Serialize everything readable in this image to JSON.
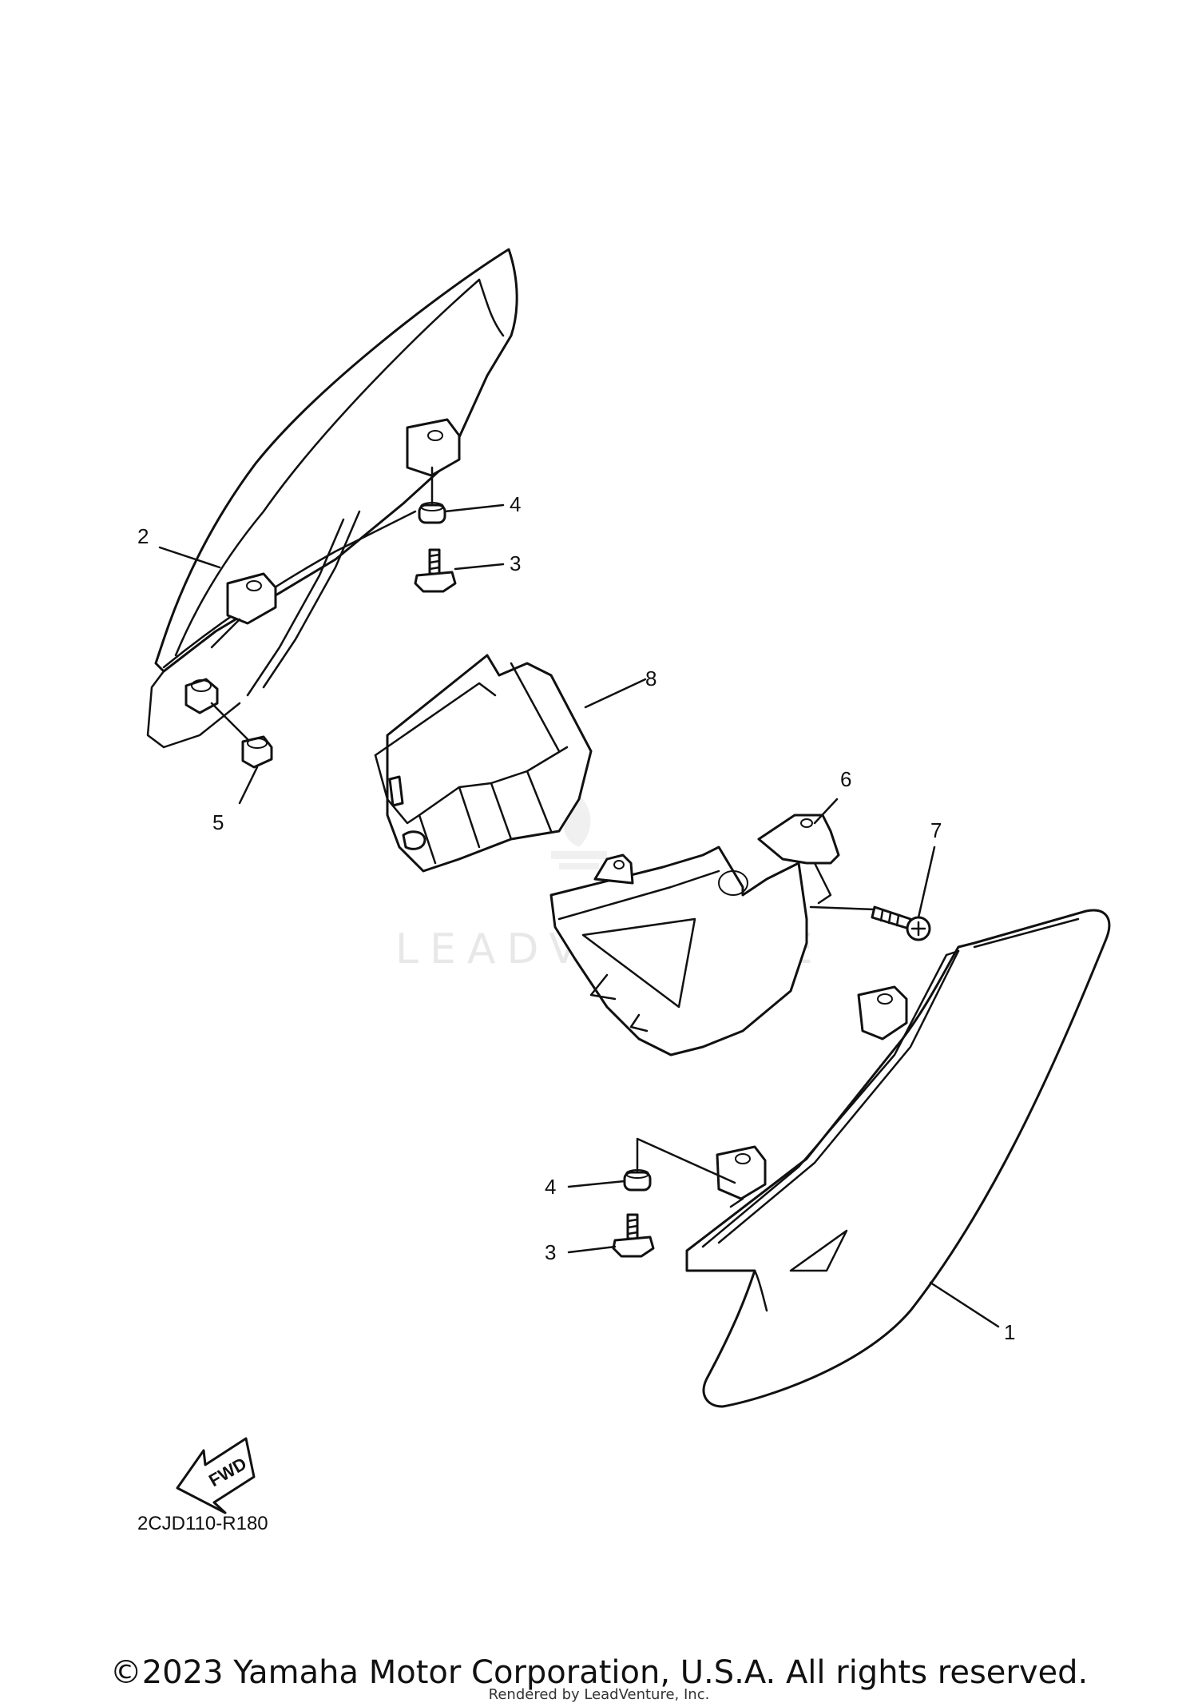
{
  "callouts": {
    "p1": "1",
    "p2": "2",
    "p3a": "3",
    "p3b": "3",
    "p4a": "4",
    "p4b": "4",
    "p5": "5",
    "p6": "6",
    "p7": "7",
    "p8": "8"
  },
  "fwd_label": "FWD",
  "diagram_code": "2CJD110-R180",
  "watermark": "LEADVENTURE",
  "copyright": "©2023 Yamaha Motor Corporation, U.S.A. All rights reserved.",
  "rendered_by": "Rendered by LeadVenture, Inc."
}
